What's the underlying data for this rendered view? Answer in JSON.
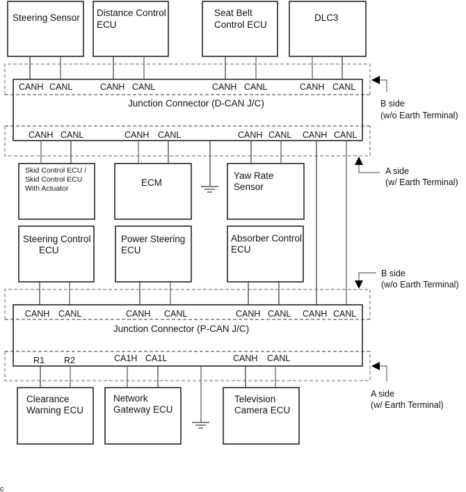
{
  "diagram": {
    "top_ecus": [
      {
        "lines": [
          "Steering Sensor"
        ]
      },
      {
        "lines": [
          "Distance Control",
          "ECU"
        ]
      },
      {
        "lines": [
          "Seat Belt",
          "Control ECU"
        ]
      },
      {
        "lines": [
          "DLC3"
        ]
      }
    ],
    "dcan_jc": {
      "title": "Junction Connector (D-CAN J/C)",
      "top_pins": [
        "CANH",
        "CANL",
        "CANH",
        "CANL",
        "CANH",
        "CANL",
        "CANH",
        "CANL"
      ],
      "bottom_pins": [
        "CANH",
        "CANL",
        "CANH",
        "CANL",
        "CANH",
        "CANL",
        "CANH",
        "CANL"
      ],
      "b_side": {
        "line1": "B side",
        "line2": "(w/o Earth Terminal)"
      },
      "a_side": {
        "line1": "A side",
        "line2": "(w/ Earth Terminal)"
      }
    },
    "middle_ecus_row1": [
      {
        "lines": [
          "Skid Control ECU /",
          "Skid Control ECU",
          "With Actuator"
        ]
      },
      {
        "lines": [
          "ECM"
        ]
      },
      {
        "lines": [
          "Yaw Rate",
          "Sensor"
        ]
      }
    ],
    "middle_ecus_row2": [
      {
        "lines": [
          "Steering Control",
          "ECU"
        ]
      },
      {
        "lines": [
          "Power Steering",
          "ECU"
        ]
      },
      {
        "lines": [
          "Absorber Control",
          "ECU"
        ]
      }
    ],
    "pcan_jc": {
      "title": "Junction Connector (P-CAN J/C)",
      "top_pins": [
        "CANH",
        "CANL",
        "CANH",
        "CANL",
        "CANH",
        "CANL",
        "CANH",
        "CANL"
      ],
      "bottom_pins": [
        "R1",
        "R2",
        "CA1H",
        "CA1L",
        "CANH",
        "CANL"
      ],
      "b_side": {
        "line1": "B side",
        "line2": "(w/o Earth Terminal)"
      },
      "a_side": {
        "line1": "A side",
        "line2": "(w/ Earth Terminal)"
      }
    },
    "bottom_ecus": [
      {
        "lines": [
          "Clearance",
          "Warning ECU"
        ]
      },
      {
        "lines": [
          "Network",
          "Gateway ECU"
        ]
      },
      {
        "lines": [
          "Television",
          "Camera ECU"
        ]
      }
    ],
    "footer_code": "c"
  }
}
